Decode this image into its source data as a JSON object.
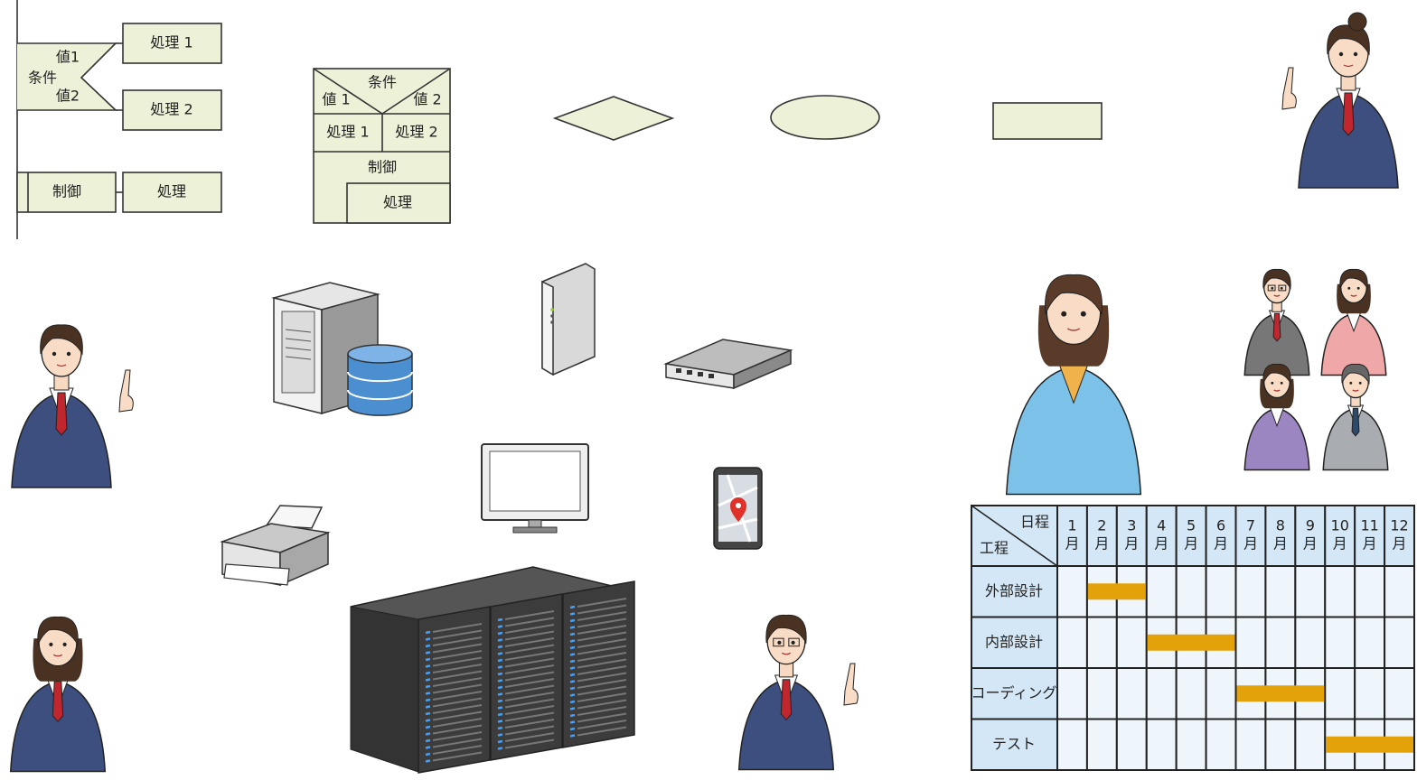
{
  "case_flow": {
    "condition": "条件",
    "value1": "値1",
    "value2": "値2",
    "process1": "処理 1",
    "process2": "処理 2",
    "control": "制御",
    "process": "処理"
  },
  "ns_chart": {
    "condition": "条件",
    "value1": "値 1",
    "value2": "値 2",
    "process1": "処理 1",
    "process2": "処理 2",
    "control": "制御",
    "process": "処理"
  },
  "colors": {
    "box_fill": "#edf1d8",
    "gantt_header": "#d4e7f6",
    "gantt_cell": "#eef5fb",
    "gantt_bar": "#e3a20a",
    "suit": "#3d4f7e",
    "tie": "#c0262d"
  },
  "chart_data": {
    "type": "table",
    "corner_top": "日程",
    "corner_bottom": "工程",
    "months": [
      "1",
      "2",
      "3",
      "4",
      "5",
      "6",
      "7",
      "8",
      "9",
      "10",
      "11",
      "12"
    ],
    "month_suffix": "月",
    "tasks": [
      {
        "name": "外部設計",
        "start": 2,
        "end": 3
      },
      {
        "name": "内部設計",
        "start": 4,
        "end": 6
      },
      {
        "name": "コーディング",
        "start": 7,
        "end": 9
      },
      {
        "name": "テスト",
        "start": 10,
        "end": 12
      }
    ]
  }
}
